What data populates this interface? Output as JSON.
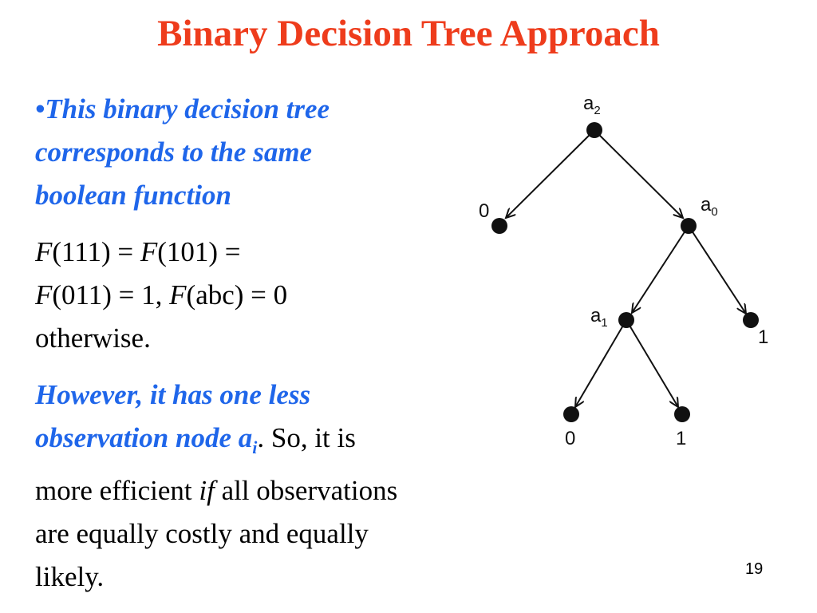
{
  "slide": {
    "title": "Binary Decision Tree Approach",
    "page_number": "19",
    "bullet": "•",
    "intro_text": "This binary decision tree corresponds to the same boolean function",
    "fn_F": "F",
    "fn_111": "(111) = ",
    "fn_101": "(101) =",
    "fn_011": "(011) = 1, ",
    "fn_abc": "(abc) = 0",
    "fn_otherwise": "otherwise.",
    "however_text": "However, it has one less observation node a",
    "however_sub": "i",
    "so_text": ". So,",
    "efficient_pre": "it is more efficient ",
    "efficient_if": "if",
    "efficient_post": " all observations are equally costly and equally likely."
  },
  "diagram": {
    "nodes": [
      {
        "id": "a2",
        "label": "a",
        "sub": "2"
      },
      {
        "id": "leaf0_top",
        "label": "0",
        "sub": ""
      },
      {
        "id": "a0",
        "label": "a",
        "sub": "0"
      },
      {
        "id": "a1",
        "label": "a",
        "sub": "1"
      },
      {
        "id": "leaf1_right",
        "label": "1",
        "sub": ""
      },
      {
        "id": "leaf0_bottom",
        "label": "0",
        "sub": ""
      },
      {
        "id": "leaf1_bottom",
        "label": "1",
        "sub": ""
      }
    ],
    "edges": [
      {
        "from": "a2",
        "to": "leaf0_top"
      },
      {
        "from": "a2",
        "to": "a0"
      },
      {
        "from": "a0",
        "to": "a1"
      },
      {
        "from": "a0",
        "to": "leaf1_right"
      },
      {
        "from": "a1",
        "to": "leaf0_bottom"
      },
      {
        "from": "a1",
        "to": "leaf1_bottom"
      }
    ]
  }
}
